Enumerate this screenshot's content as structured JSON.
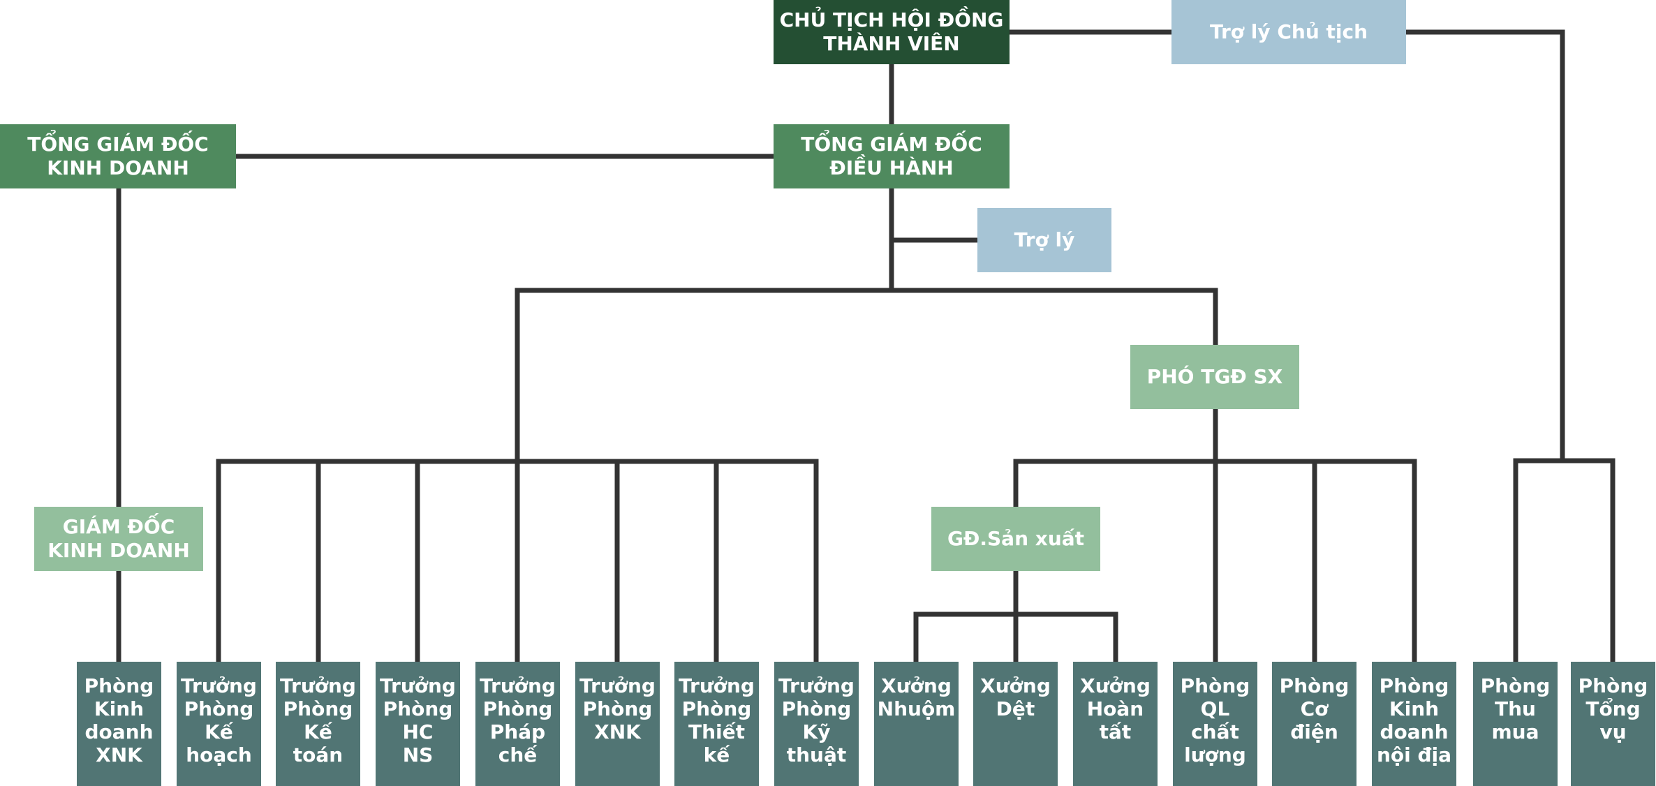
{
  "colors": {
    "line": "#333333",
    "chairman": "#244f33",
    "executive": "#4f8a5e",
    "deputy": "#93bf9d",
    "assistant": "#a6c4d5",
    "department": "#517574"
  },
  "nodes": {
    "chairman": "CHỦ TỊCH HỘI ĐỒNG\nTHÀNH VIÊN",
    "chairman_assistant": "Trợ lý Chủ tịch",
    "ceo_business": "TỔNG GIÁM ĐỐC\nKINH DOANH",
    "ceo_executive": "TỔNG GIÁM ĐỐC\nĐIỀU HÀNH",
    "assistant": "Trợ lý",
    "deputy_ceo_production": "PHÓ TGĐ SX",
    "business_director": "GIÁM ĐỐC\nKINH DOANH",
    "production_director": "GĐ.Sản xuất"
  },
  "departments": [
    "Phòng\nKinh\ndoanh\nXNK",
    "Trưởng\nPhòng\nKế\nhoạch",
    "Trưởng\nPhòng\nKế\ntoán",
    "Trưởng\nPhòng\nHC\nNS",
    "Trưởng\nPhòng\nPháp\nchế",
    "Trưởng\nPhòng\nXNK",
    "Trưởng\nPhòng\nThiết\nkế",
    "Trưởng\nPhòng\nKỹ\nthuật",
    "Xưởng\nNhuộm",
    "Xưởng\nDệt",
    "Xưởng\nHoàn\ntất",
    "Phòng\nQL\nchất\nlượng",
    "Phòng\nCơ\nđiện",
    "Phòng\nKinh\ndoanh\nnội địa",
    "Phòng\nThu\nmua",
    "Phòng\nTổng vụ"
  ]
}
